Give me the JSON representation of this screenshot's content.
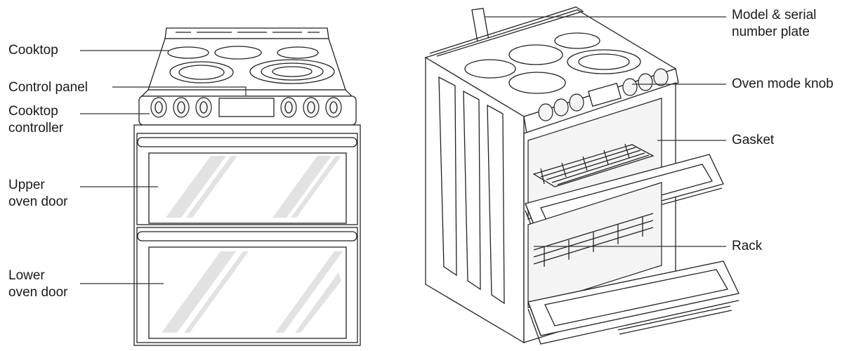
{
  "front_view": {
    "labels": {
      "cooktop": "Cooktop",
      "control_panel": "Control panel",
      "cooktop_controller_line1": "Cooktop",
      "cooktop_controller_line2": "controller",
      "upper_oven_door_line1": "Upper",
      "upper_oven_door_line2": "oven door",
      "lower_oven_door_line1": "Lower",
      "lower_oven_door_line2": "oven door"
    }
  },
  "side_view": {
    "labels": {
      "model_serial_line1": "Model & serial",
      "model_serial_line2": "number plate",
      "oven_mode_knob": "Oven mode knob",
      "gasket": "Gasket",
      "rack": "Rack"
    }
  },
  "colors": {
    "line": "#222222",
    "text": "#1a1a1a",
    "glass_reflection": "#e2e2e2",
    "background": "#ffffff"
  }
}
